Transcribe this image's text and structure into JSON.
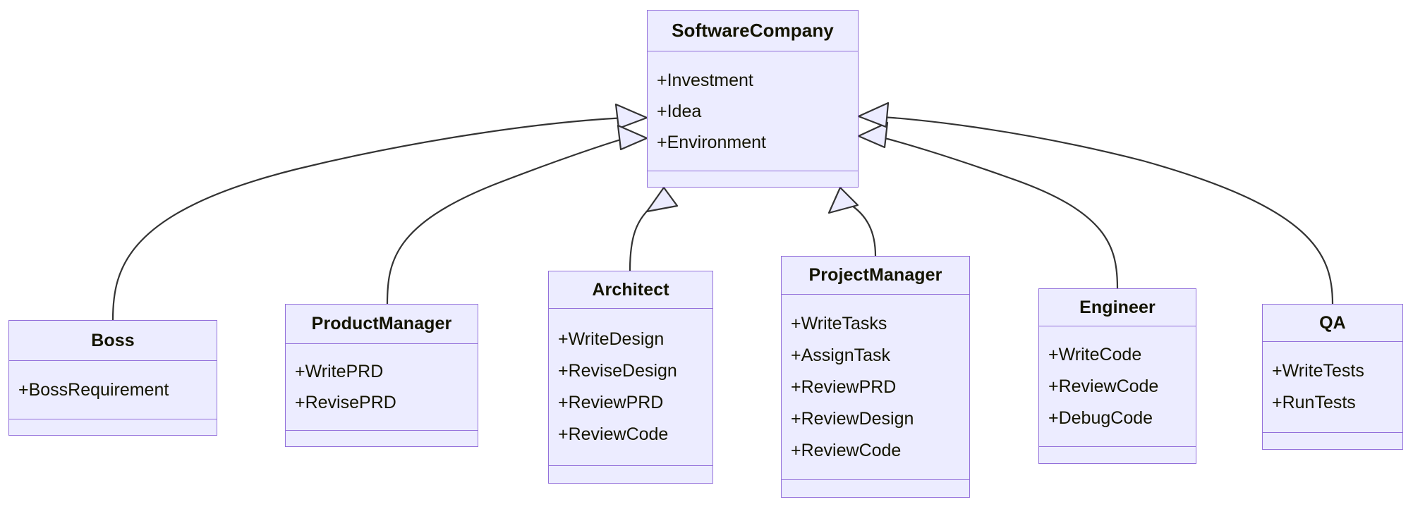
{
  "diagram": {
    "kind": "uml-class-diagram",
    "relationship": "generalization",
    "colors": {
      "node_fill": "#ECECFF",
      "node_border": "#9370DB",
      "edge_stroke": "#333333",
      "arrow_fill": "#ECECFF",
      "text": "#131300",
      "background": "#FFFFFF"
    }
  },
  "classes": {
    "softwarecompany": {
      "name": "SoftwareCompany",
      "attributes": [
        "+Investment",
        "+Idea",
        "+Environment"
      ],
      "methods": []
    },
    "boss": {
      "name": "Boss",
      "attributes": [
        "+BossRequirement"
      ],
      "methods": []
    },
    "productmanager": {
      "name": "ProductManager",
      "attributes": [
        "+WritePRD",
        "+RevisePRD"
      ],
      "methods": []
    },
    "architect": {
      "name": "Architect",
      "attributes": [
        "+WriteDesign",
        "+ReviseDesign",
        "+ReviewPRD",
        "+ReviewCode"
      ],
      "methods": []
    },
    "projectmanager": {
      "name": "ProjectManager",
      "attributes": [
        "+WriteTasks",
        "+AssignTask",
        "+ReviewPRD",
        "+ReviewDesign",
        "+ReviewCode"
      ],
      "methods": []
    },
    "engineer": {
      "name": "Engineer",
      "attributes": [
        "+WriteCode",
        "+ReviewCode",
        "+DebugCode"
      ],
      "methods": []
    },
    "qa": {
      "name": "QA",
      "attributes": [
        "+WriteTests",
        "+RunTests"
      ],
      "methods": []
    }
  },
  "edges": [
    {
      "from": "Boss",
      "to": "SoftwareCompany",
      "type": "inheritance"
    },
    {
      "from": "ProductManager",
      "to": "SoftwareCompany",
      "type": "inheritance"
    },
    {
      "from": "Architect",
      "to": "SoftwareCompany",
      "type": "inheritance"
    },
    {
      "from": "ProjectManager",
      "to": "SoftwareCompany",
      "type": "inheritance"
    },
    {
      "from": "Engineer",
      "to": "SoftwareCompany",
      "type": "inheritance"
    },
    {
      "from": "QA",
      "to": "SoftwareCompany",
      "type": "inheritance"
    }
  ]
}
